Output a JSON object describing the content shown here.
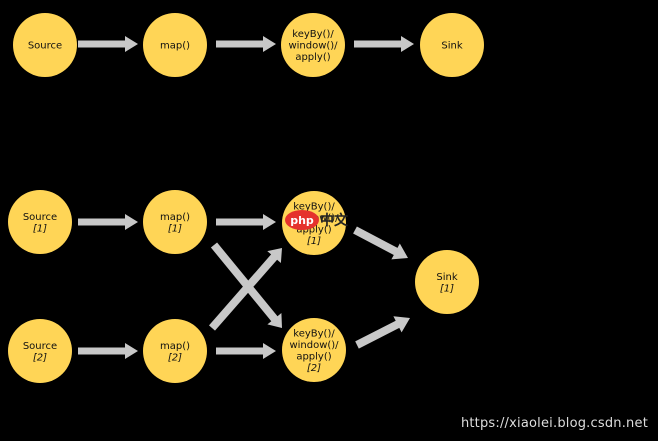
{
  "colors": {
    "node_fill": "#FFD556",
    "arrow_fill": "#C8C8C8",
    "background": "#000000"
  },
  "top_row": {
    "nodes": [
      {
        "lines": [
          "Source"
        ]
      },
      {
        "lines": [
          "map()"
        ]
      },
      {
        "lines": [
          "keyBy()/",
          "window()/",
          "apply()"
        ]
      },
      {
        "lines": [
          "Sink"
        ]
      }
    ]
  },
  "parallel": {
    "nodes": [
      {
        "lines": [
          "Source"
        ],
        "index": "[1]"
      },
      {
        "lines": [
          "map()"
        ],
        "index": "[1]"
      },
      {
        "lines": [
          "keyBy()/",
          "window()/",
          "apply()"
        ],
        "index": "[1]"
      },
      {
        "lines": [
          "Source"
        ],
        "index": "[2]"
      },
      {
        "lines": [
          "map()"
        ],
        "index": "[2]"
      },
      {
        "lines": [
          "keyBy()/",
          "window()/",
          "apply()"
        ],
        "index": "[2]"
      },
      {
        "lines": [
          "Sink"
        ],
        "index": "[1]"
      }
    ]
  },
  "overlay_logo": {
    "mark": "php",
    "text": "中文"
  },
  "watermark": "https://xiaolei.blog.csdn.net"
}
